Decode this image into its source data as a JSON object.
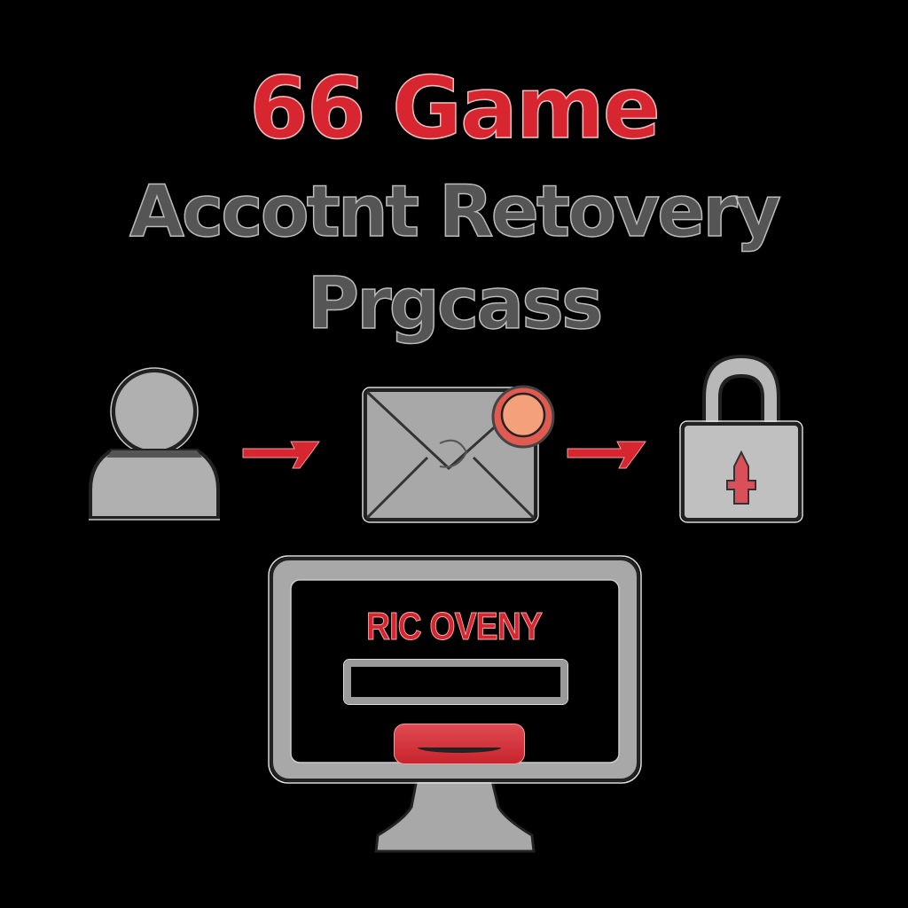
{
  "title": {
    "line1": "66 Game",
    "line2": "Accotnt Retovery",
    "line3": "Prgcass"
  },
  "flow": {
    "steps": [
      {
        "icon": "user-icon",
        "label": "User"
      },
      {
        "icon": "envelope-icon",
        "label": "Email"
      },
      {
        "icon": "padlock-icon",
        "label": "Lock"
      }
    ],
    "arrows": [
      "arrow-right-icon",
      "arrow-right-icon"
    ]
  },
  "monitor": {
    "screen_title": "RIC OVENY",
    "input_value": "",
    "button_label": ""
  },
  "colors": {
    "background": "#000000",
    "accent_red": "#d72630",
    "gray_text": "#555555",
    "icon_gray": "#b0b0b0",
    "seal_orange": "#f4a07a"
  }
}
